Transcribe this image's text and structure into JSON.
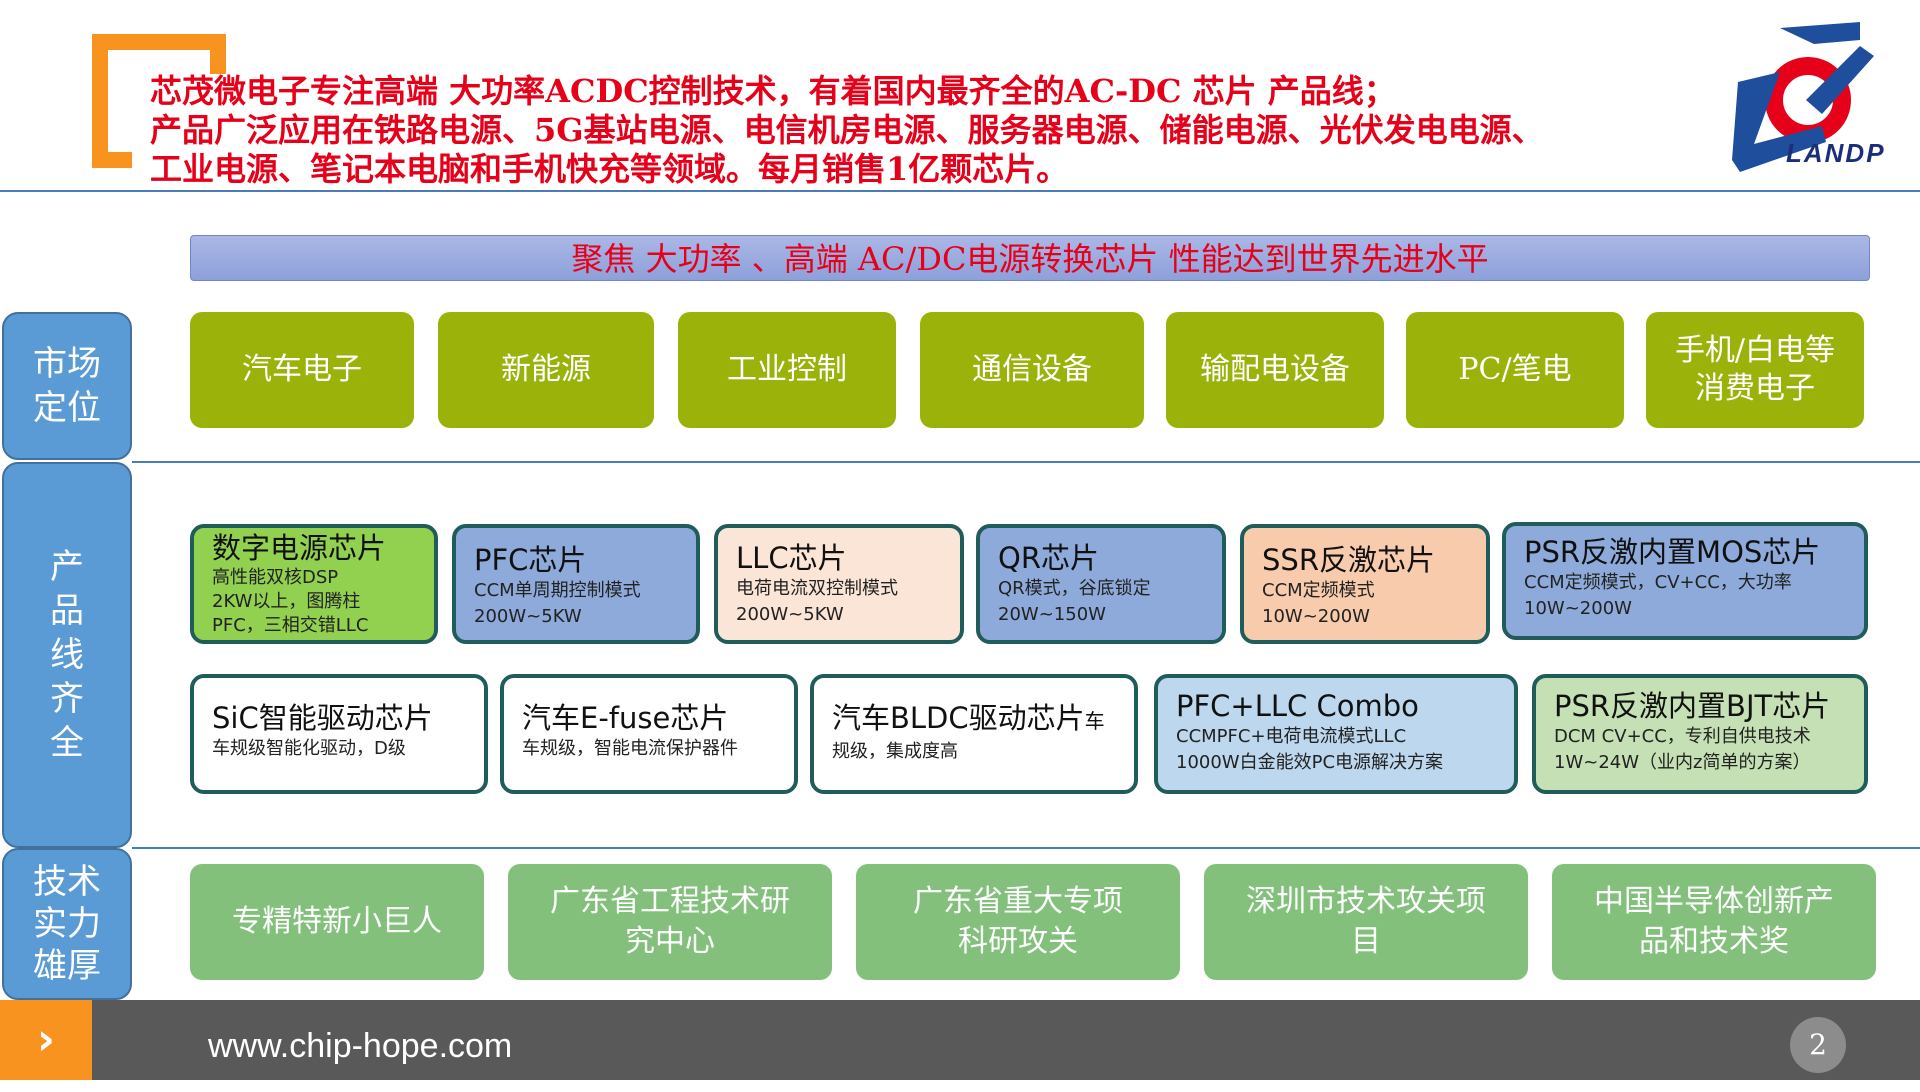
{
  "header": {
    "intro_lines": [
      "芯茂微电子专注高端 大功率ACDC控制技术，有着国内最齐全的AC-DC 芯片 产品线；",
      "产品广泛应用在铁路电源、5G基站电源、电信机房电源、服务器电源、储能电源、光伏发电电源、",
      "工业电源、笔记本电脑和手机快充等领域。每月销售1亿颗芯片。"
    ],
    "logo_text": "LANDP"
  },
  "banner": "聚焦 大功率 、高端  AC/DC电源转换芯片 性能达到世界先进水平",
  "categories": {
    "market": [
      "市场",
      "定位"
    ],
    "product": [
      "产",
      "品",
      "线",
      "齐",
      "全"
    ],
    "tech": [
      "技术",
      "实力",
      "雄厚"
    ]
  },
  "markets": [
    [
      "汽车电子"
    ],
    [
      "新能源"
    ],
    [
      "工业控制"
    ],
    [
      "通信设备"
    ],
    [
      "输配电设备"
    ],
    [
      "PC/笔电"
    ],
    [
      "手机/白电等",
      "消费电子"
    ]
  ],
  "products_row1": [
    {
      "title": "数字电源芯片",
      "lines": [
        "高性能双核DSP",
        "2KW以上，图腾柱",
        "PFC，三相交错LLC"
      ],
      "bg": "#92d050"
    },
    {
      "title": "PFC芯片",
      "lines": [
        "CCM单周期控制模式",
        "200W~5KW"
      ],
      "bg": "#8eaadb"
    },
    {
      "title": "LLC芯片",
      "lines": [
        "电荷电流双控制模式",
        "200W~5KW"
      ],
      "bg": "#fbe5d6"
    },
    {
      "title": "QR芯片",
      "lines": [
        "QR模式，谷底锁定",
        "20W~150W"
      ],
      "bg": "#8eaadb"
    },
    {
      "title": "SSR反激芯片",
      "lines": [
        "CCM定频模式",
        "10W~200W"
      ],
      "bg": "#f8cbad"
    },
    {
      "title": "PSR反激内置MOS芯片",
      "lines": [
        "CCM定频模式，CV+CC，大功率",
        "10W~200W"
      ],
      "bg": "#8eaadb"
    }
  ],
  "products_row2": [
    {
      "title": "SiC智能驱动芯片",
      "lines": [
        "车规级智能化驱动，D级"
      ],
      "bg": "#ffffff"
    },
    {
      "title": "汽车E-fuse芯片",
      "lines": [
        "车规级，智能电流保护器件"
      ],
      "bg": "#ffffff"
    },
    {
      "title": "汽车BLDC驱动芯片",
      "title_suffix": "车",
      "lines": [
        "规级，集成度高"
      ],
      "bg": "#ffffff"
    },
    {
      "title": "PFC+LLC Combo",
      "lines": [
        "CCMPFC+电荷电流模式LLC",
        "1000W白金能效PC电源解决方案"
      ],
      "bg": "#bdd7ee"
    },
    {
      "title": "PSR反激内置BJT芯片",
      "lines": [
        "DCM CV+CC，专利自供电技术",
        "1W~24W（业内z简单的方案）"
      ],
      "bg": "#c5e0b4"
    }
  ],
  "tech": [
    [
      "专精特新小巨人"
    ],
    [
      "广东省工程技术研",
      "究中心"
    ],
    [
      "广东省重大专项",
      "科研攻关"
    ],
    [
      "深圳市技术攻关项",
      "目"
    ],
    [
      "中国半导体创新产",
      "品和技术奖"
    ]
  ],
  "footer": {
    "arrow": "›",
    "url": "www.chip-hope.com",
    "page": "2"
  },
  "colors": {
    "accent_orange": "#f7931e",
    "intro_red": "#e6001a",
    "category_blue": "#5b9bd5",
    "market_green": "#9bb20a",
    "tech_green": "#82c07c",
    "footer_gray": "#595959"
  }
}
